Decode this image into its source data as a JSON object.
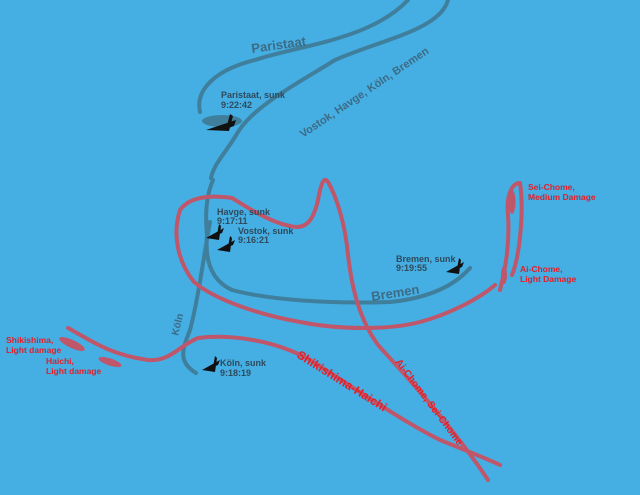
{
  "colors": {
    "sea": "#45aee3",
    "german_track": "#3f7f9c",
    "japanese_track": "#c0566a",
    "japanese_label": "#e0202a",
    "ship_silhouette": "#111111"
  },
  "icons": [
    "sinking-ship-icon",
    "damaged-ship-icon"
  ],
  "track_labels": {
    "paristaat": "Paristaat",
    "vostok_group": "Vostok, Havge, Köln, Bremen",
    "bremen": "Bremen",
    "koln": "Köln",
    "shikishima_haichi": "Shikishima-Haichi",
    "ai_sei_chome": "Ai-Chome, Sei-Chome"
  },
  "sinkings": [
    {
      "line1": "Paristaat, sunk",
      "line2": "9:22:42"
    },
    {
      "line1": "Havge, sunk",
      "line2": "9:17:11"
    },
    {
      "line1": "Vostok, sunk",
      "line2": "9:16:21"
    },
    {
      "line1": "Bremen, sunk",
      "line2": "9:19:55"
    },
    {
      "line1": "Köln, sunk",
      "line2": "9:18:19"
    }
  ],
  "damage_reports": [
    {
      "line1": "Sei-Chome,",
      "line2": "Medium Damage"
    },
    {
      "line1": "Ai-Chome,",
      "line2": "Light Damage"
    },
    {
      "line1": "Shikishima,",
      "line2": "Light damage"
    },
    {
      "line1": "Haichi,",
      "line2": "Light damage"
    }
  ]
}
